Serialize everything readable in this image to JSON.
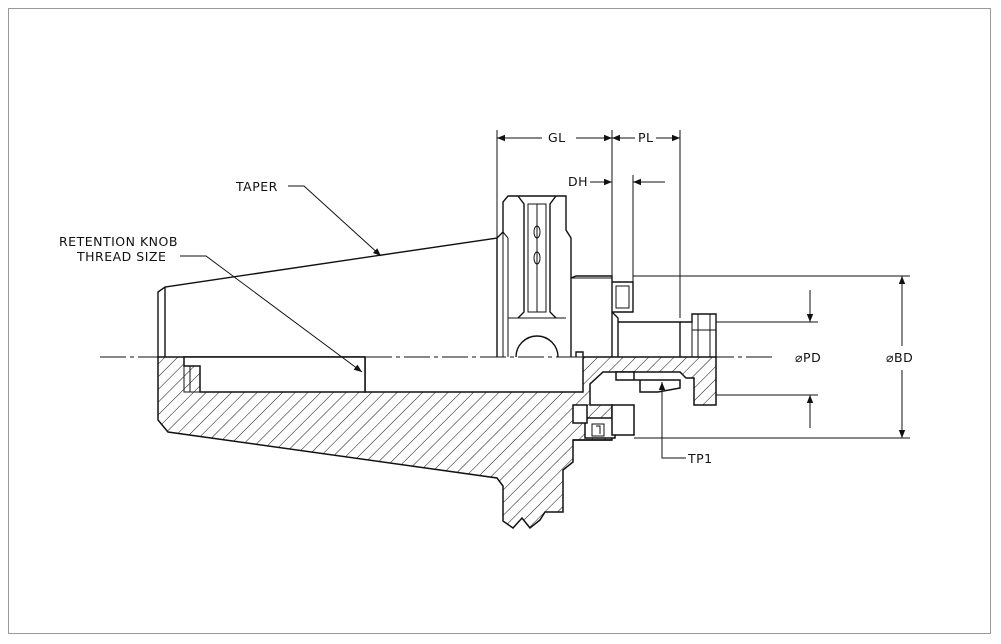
{
  "labels": {
    "taper": "TAPER",
    "retention_line1": "RETENTION KNOB",
    "retention_line2": "THREAD SIZE",
    "gl": "GL",
    "pl": "PL",
    "dh": "DH",
    "pd": "⌀PD",
    "bd": "⌀BD",
    "tp1": "TP1"
  }
}
